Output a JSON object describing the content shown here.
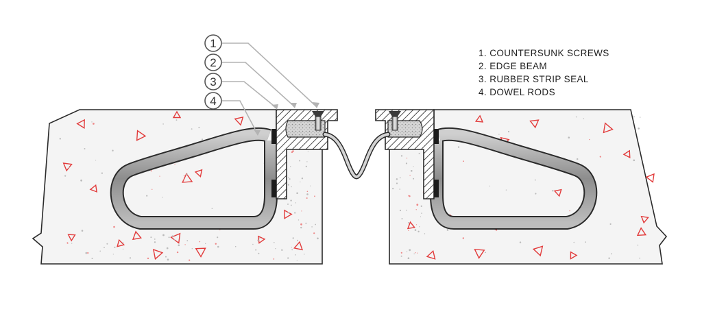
{
  "callouts": [
    {
      "number": "1"
    },
    {
      "number": "2"
    },
    {
      "number": "3"
    },
    {
      "number": "4"
    }
  ],
  "legend": [
    {
      "text": "1. COUNTERSUNK SCREWS"
    },
    {
      "text": "2. EDGE BEAM"
    },
    {
      "text": "3. RUBBER STRIP SEAL"
    },
    {
      "text": "4. DOWEL RODS"
    }
  ],
  "colors": {
    "concrete_fill": "#f3f3f3",
    "aggregate": "#e23b3b",
    "steel_hatch": "#555555",
    "seal_fill": "#d9d9d9",
    "rod_fill": "#9c9c9c",
    "outline": "#2a2a2a",
    "leader": "#b5b5b5"
  }
}
